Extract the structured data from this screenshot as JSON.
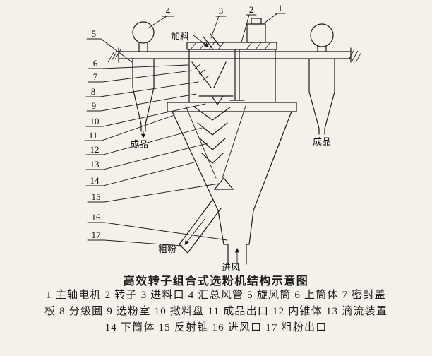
{
  "diagram": {
    "caption": "高效转子组合式选粉机结构示意图",
    "callout_numbers": [
      "1",
      "2",
      "3",
      "4",
      "5",
      "6",
      "7",
      "8",
      "9",
      "10",
      "11",
      "12",
      "13",
      "14",
      "15",
      "16",
      "17"
    ],
    "labels": {
      "feed": "加料",
      "product_left": "成品",
      "product_right": "成品",
      "coarse_powder": "粗粉",
      "air_inlet": "进风"
    }
  },
  "legend": {
    "lines": [
      "1 主轴电机 2 转子 3 进料口 4 汇总风管 5 旋风筒 6 上筒体 7 密封盖",
      "板 8 分级圈 9 选粉室 10 撒料盘 11 成品出口 12 内锥体 13 滴流装置",
      "14 下筒体 15 反射锥 16 进风口 17 粗粉出口"
    ],
    "items": [
      {
        "n": "1",
        "label": "主轴电机"
      },
      {
        "n": "2",
        "label": "转子"
      },
      {
        "n": "3",
        "label": "进料口"
      },
      {
        "n": "4",
        "label": "汇总风管"
      },
      {
        "n": "5",
        "label": "旋风筒"
      },
      {
        "n": "6",
        "label": "上筒体"
      },
      {
        "n": "7",
        "label": "密封盖板"
      },
      {
        "n": "8",
        "label": "分级圈"
      },
      {
        "n": "9",
        "label": "选粉室"
      },
      {
        "n": "10",
        "label": "撒料盘"
      },
      {
        "n": "11",
        "label": "成品出口"
      },
      {
        "n": "12",
        "label": "内锥体"
      },
      {
        "n": "13",
        "label": "滴流装置"
      },
      {
        "n": "14",
        "label": "下筒体"
      },
      {
        "n": "15",
        "label": "反射锥"
      },
      {
        "n": "16",
        "label": "进风口"
      },
      {
        "n": "17",
        "label": "粗粉出口"
      }
    ]
  },
  "colors": {
    "ink": "#1b1b1b",
    "paper": "#f3f1ea"
  }
}
